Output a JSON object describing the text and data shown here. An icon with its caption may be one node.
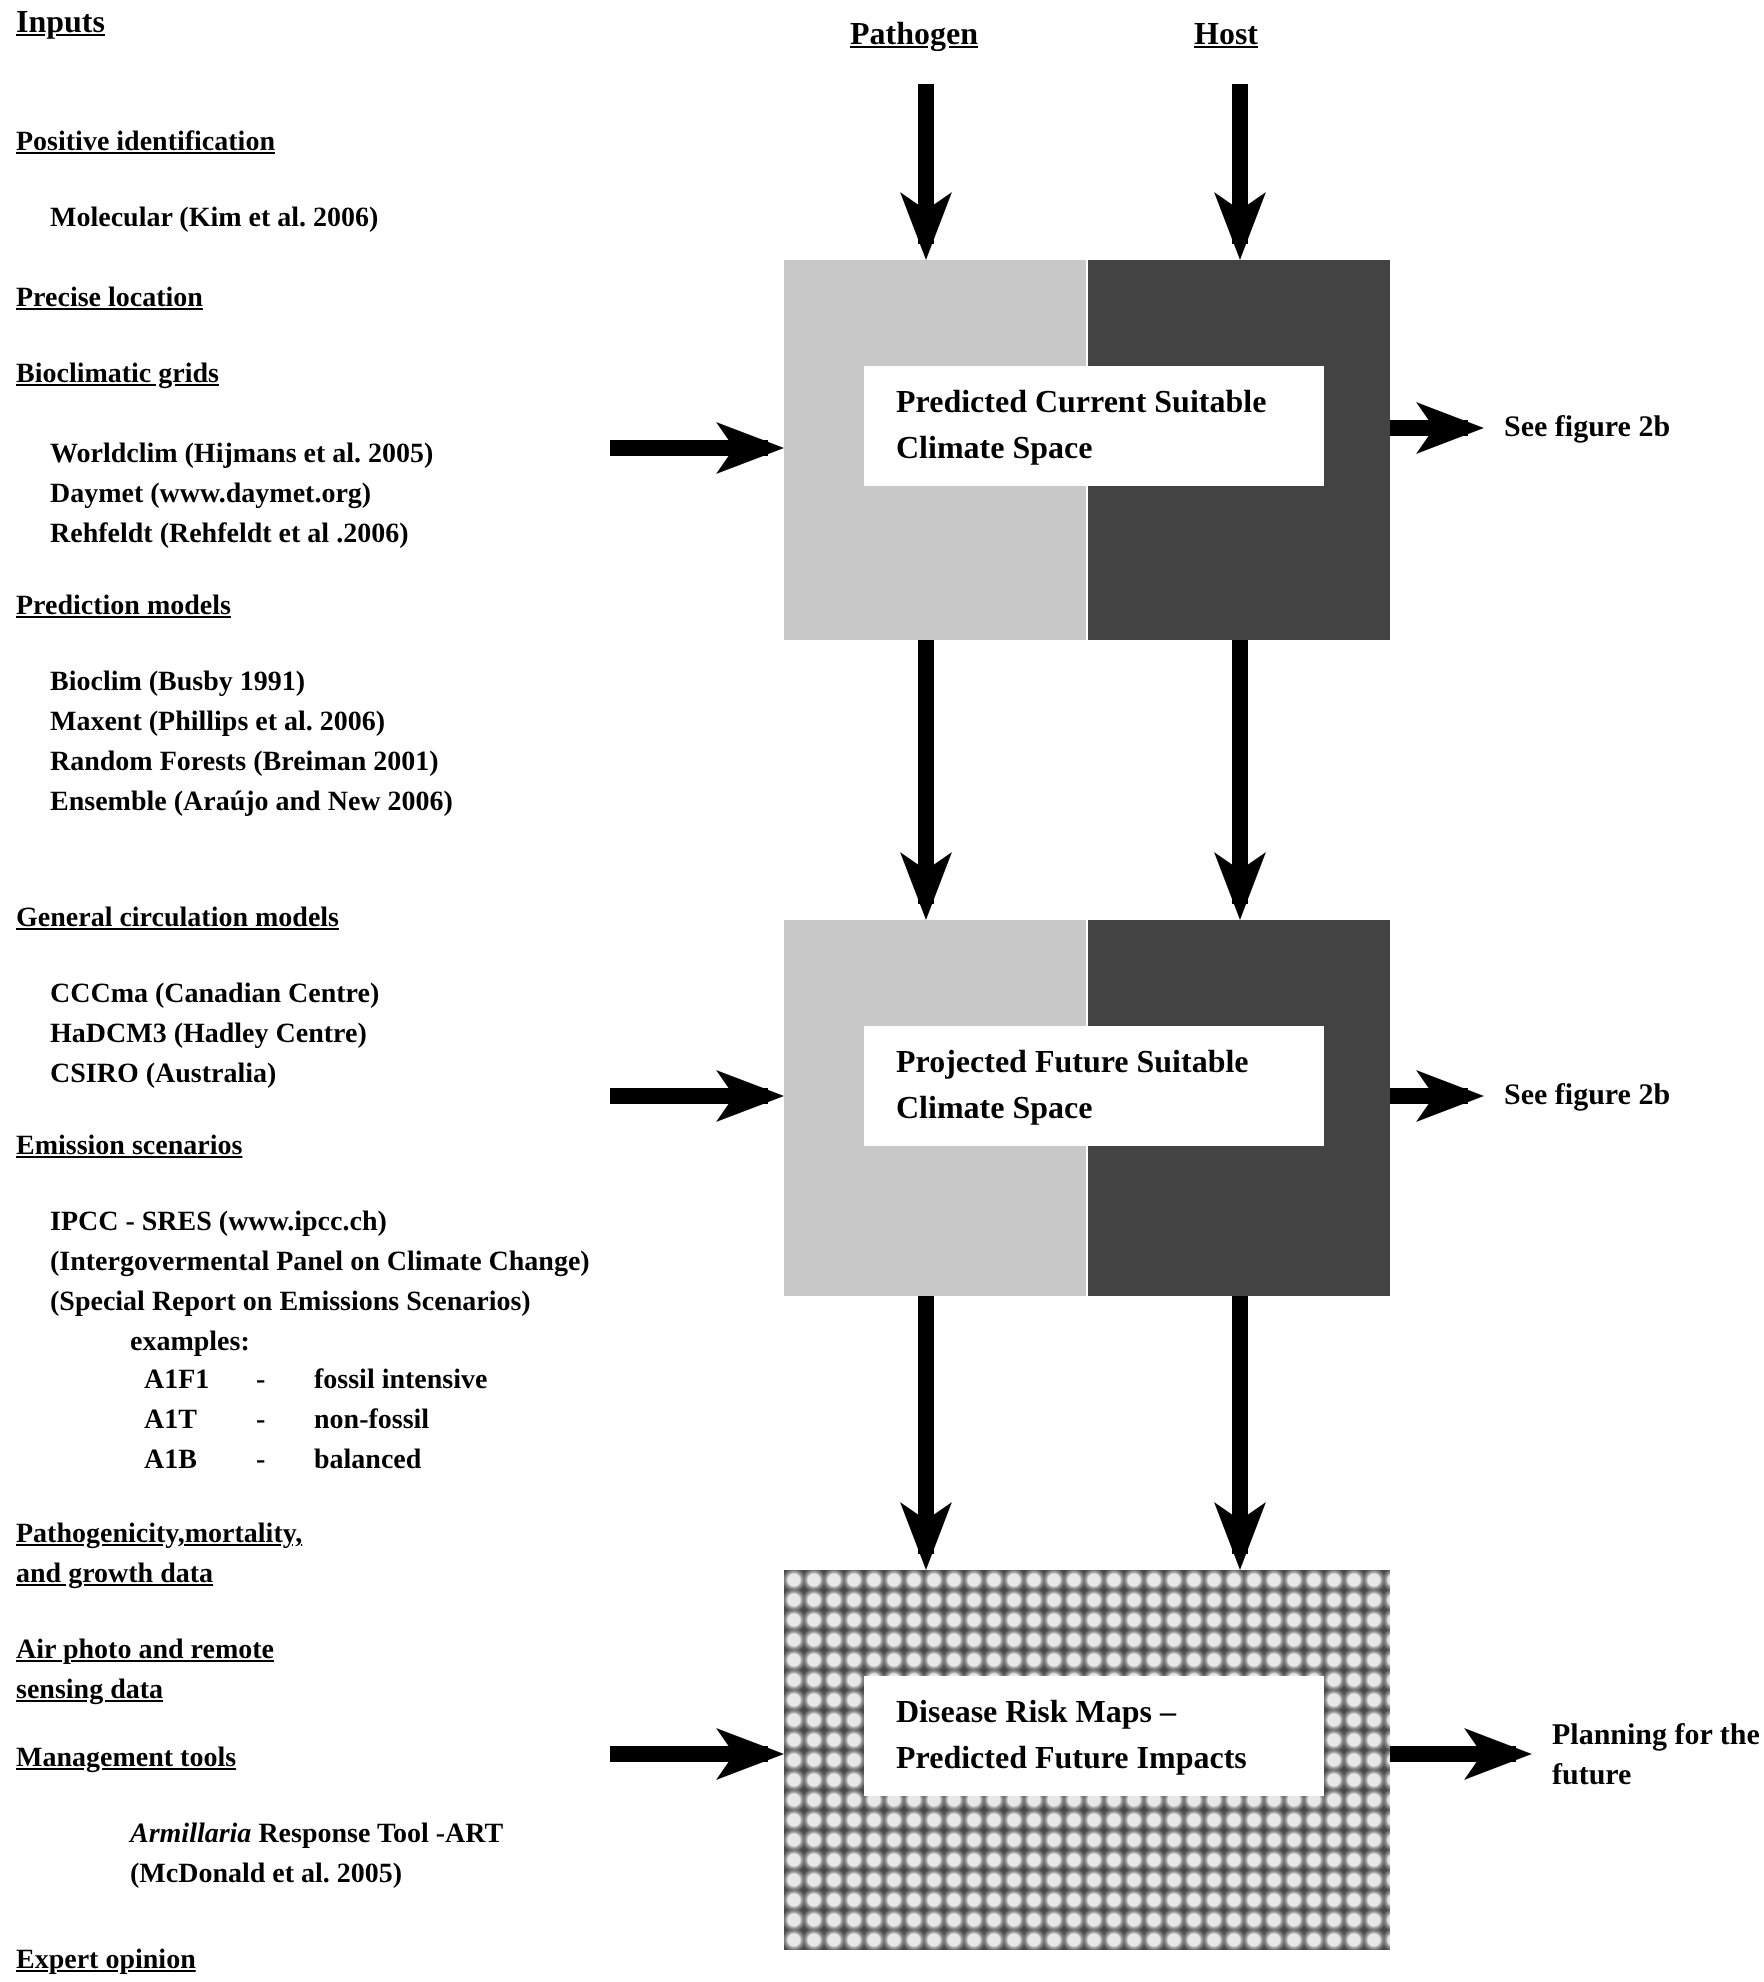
{
  "diagram": {
    "nodes": [
      {
        "text": [
          "Pathogen"
        ]
      },
      {
        "text": [
          "Host"
        ]
      },
      {
        "text": [
          "Predicted Current Suitable Climate Space"
        ]
      },
      {
        "text": [
          "See figure 2b"
        ]
      },
      {
        "text": [
          "Projected Future Suitable Climate Space"
        ]
      },
      {
        "text": [
          "See figure 2b"
        ]
      },
      {
        "text": [
          "Disease Risk Maps – Predicted Future Impacts"
        ]
      },
      {
        "text": [
          "Planning for the future"
        ]
      }
    ],
    "edges": [
      {
        "from": 0,
        "to": 2,
        "arrow": "to"
      },
      {
        "from": 1,
        "to": 2,
        "arrow": "to"
      },
      {
        "from": null,
        "to": 2,
        "arrow": "to"
      },
      {
        "from": 2,
        "to": 3,
        "arrow": "to"
      },
      {
        "from": 2,
        "to": 4,
        "arrow": "to"
      },
      {
        "from": 2,
        "to": 4,
        "arrow": "to"
      },
      {
        "from": null,
        "to": 4,
        "arrow": "to"
      },
      {
        "from": 4,
        "to": 5,
        "arrow": "to"
      },
      {
        "from": 4,
        "to": 6,
        "arrow": "to"
      },
      {
        "from": 4,
        "to": 6,
        "arrow": "to"
      },
      {
        "from": null,
        "to": 6,
        "arrow": "to"
      },
      {
        "from": 6,
        "to": 7,
        "arrow": "to"
      }
    ],
    "labels": [
      "Inputs",
      "Positive identification",
      "Molecular (Kim et al. 2006)",
      "Precise location",
      "Bioclimatic grids",
      "Worldclim (Hijmans et al. 2005)",
      "Daymet (www.daymet.org)",
      "Rehfeldt (Rehfeldt et al .2006)",
      "Prediction models",
      "Bioclim (Busby 1991)",
      "Maxent (Phillips et al. 2006)",
      "Random Forests (Breiman 2001)",
      "Ensemble (Araújo and New 2006)",
      "General circulation models",
      "CCCma (Canadian Centre)",
      "HaDCM3 (Hadley Centre)",
      "CSIRO (Australia)",
      "Emission scenarios",
      "IPCC - SRES (www.ipcc.ch)",
      "(Intergovermental Panel on Climate Change)",
      "(Special Report on Emissions Scenarios)",
      "examples:",
      "A1F1",
      "-",
      "fossil intensive",
      "A1T",
      "-",
      "non-fossil",
      "A1B",
      "-",
      "balanced",
      "Pathogenicity,mortality, and growth data",
      "Air photo and remote sensing data",
      "Management tools",
      "*Armillaria* Response Tool -ART (McDonald et al. 2005)",
      "Expert opinion"
    ]
  }
}
